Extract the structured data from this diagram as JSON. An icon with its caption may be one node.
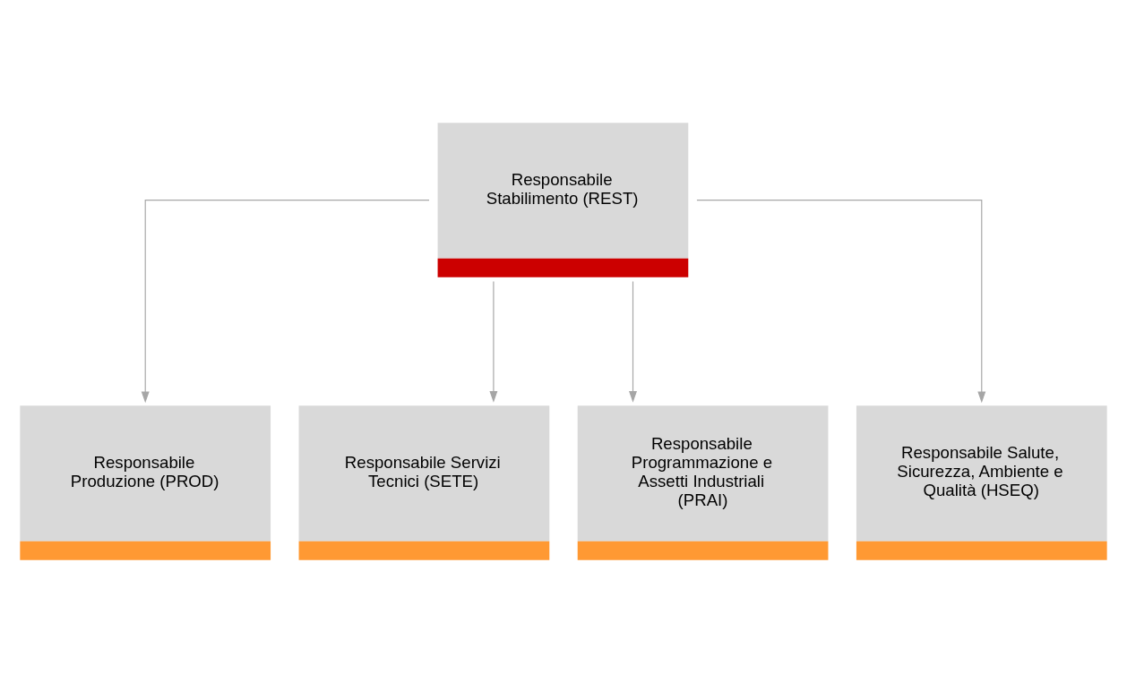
{
  "diagram": {
    "nodes": [
      {
        "text": [
          "Responsabile Stabilimento (REST)"
        ]
      },
      {
        "text": [
          "Responsabile Produzione (PROD)"
        ]
      },
      {
        "text": [
          "Responsabile Servizi Tecnici (SETE)"
        ]
      },
      {
        "text": [
          "Responsabile Programmazione e Assetti Industriali (PRAI)"
        ]
      },
      {
        "text": [
          "Responsabile Salute, Sicurezza, Ambiente e Qualità (HSEQ)"
        ]
      }
    ],
    "edges": [
      {
        "from": 0,
        "to": 1,
        "arrow": "to"
      },
      {
        "from": 0,
        "to": 2,
        "arrow": "to"
      },
      {
        "from": 0,
        "to": 3,
        "arrow": "to"
      },
      {
        "from": 0,
        "to": 4,
        "arrow": "to"
      }
    ]
  }
}
